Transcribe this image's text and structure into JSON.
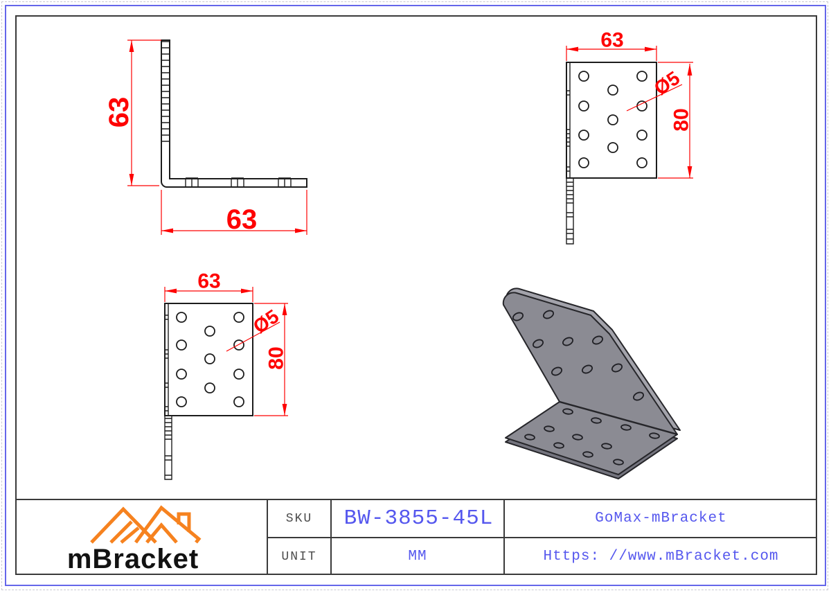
{
  "title_block": {
    "sku_label": "SKU",
    "sku_value": "BW-3855-45L",
    "unit_label": "UNIT",
    "unit_value": "MM",
    "brand": "GoMax-mBracket",
    "website": "Https: //www.mBracket.com",
    "logo_text": "mBracket"
  },
  "views": {
    "side_view": {
      "vertical_dim": "63",
      "horizontal_dim": "63"
    },
    "top_face_view": {
      "width_dim": "63",
      "height_dim": "80",
      "hole_dim": "Ø5"
    },
    "bottom_face_view": {
      "width_dim": "63",
      "height_dim": "80",
      "hole_dim": "Ø5"
    }
  },
  "colors": {
    "dimension_red": "#fe0000",
    "annotation_blue": "#5557ee",
    "border_blue": "#6466ea",
    "line_black": "#1c1c1c",
    "logo_orange": "#f6821f",
    "model_gray": "#8b8b93",
    "model_bevel_gray": "#a3a3ab",
    "model_under_gray": "#74747e"
  }
}
